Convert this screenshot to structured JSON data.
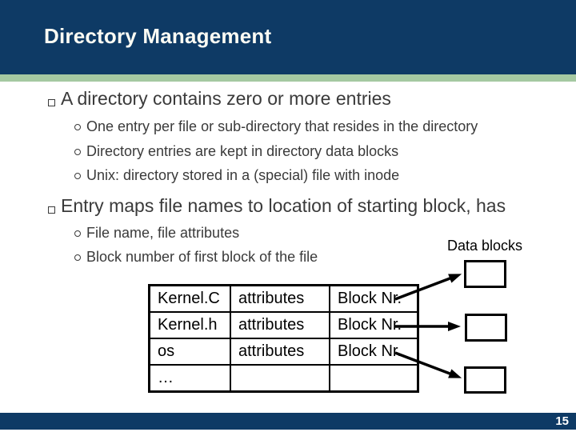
{
  "slide": {
    "title": "Directory Management",
    "page_number": "15",
    "colors": {
      "header_bg": "#0e3a65",
      "footer_bg": "#0e3a65",
      "accent_green": "#a5c9a2",
      "title_text": "#fcfcf4",
      "body_text": "#3a3a3a",
      "diagram_line": "#000000"
    },
    "bullet_icons": {
      "level1": "square-bullet",
      "level2": "circle-bullet"
    },
    "bullets": [
      {
        "label": "A directory contains zero or more entries",
        "sub": [
          "One entry per file or sub-directory that resides in the directory",
          "Directory entries are kept in directory data blocks",
          "Unix: directory stored in a (special) file with inode"
        ]
      },
      {
        "label": "Entry maps file names to location of starting block, has",
        "sub": [
          "File name, file attributes",
          "Block number of first block of the file"
        ]
      }
    ],
    "diagram": {
      "data_blocks_label": "Data blocks",
      "block_count": 3,
      "table": {
        "rows": [
          [
            "Kernel.C",
            "attributes",
            "Block Nr."
          ],
          [
            "Kernel.h",
            "attributes",
            "Block Nr."
          ],
          [
            "os",
            "attributes",
            "Block Nr."
          ],
          [
            "…",
            "",
            ""
          ]
        ]
      }
    }
  }
}
